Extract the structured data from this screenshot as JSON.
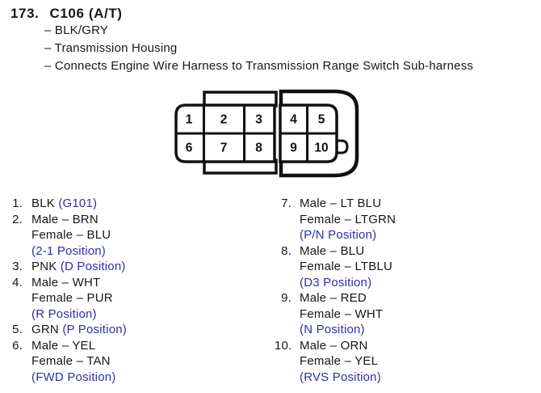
{
  "header": {
    "index": "173.",
    "title": "C106 (A/T)",
    "details": [
      "– BLK/GRY",
      "– Transmission Housing",
      "– Connects Engine Wire Harness to Transmission Range Switch Sub-harness"
    ]
  },
  "connector_diagram": {
    "pin_labels": [
      "1",
      "2",
      "3",
      "4",
      "5",
      "6",
      "7",
      "8",
      "9",
      "10"
    ]
  },
  "pin_list": {
    "left_lines": [
      {
        "num": "1.",
        "black": "BLK ",
        "blue": "(G101)"
      },
      {
        "num": "2.",
        "black": "Male – BRN"
      },
      {
        "black": "Female – BLU"
      },
      {
        "blue": "(2-1 Position)"
      },
      {
        "num": "3.",
        "black": "PNK ",
        "blue": "(D Position)"
      },
      {
        "num": "4.",
        "black": "Male – WHT"
      },
      {
        "black": "Female – PUR"
      },
      {
        "blue": "(R Position)"
      },
      {
        "num": "5.",
        "black": "GRN ",
        "blue": "(P Position)"
      },
      {
        "num": "6.",
        "black": "Male – YEL"
      },
      {
        "black": "Female – TAN"
      },
      {
        "blue": "(FWD Position)"
      }
    ],
    "right_lines": [
      {
        "num": "7.",
        "black": "Male – LT BLU"
      },
      {
        "black": "Female – LTGRN"
      },
      {
        "blue": "(P/N Position)"
      },
      {
        "num": "8.",
        "black": "Male – BLU"
      },
      {
        "black": "Female – LTBLU"
      },
      {
        "blue": "(D3 Position)"
      },
      {
        "num": "9.",
        "black": "Male – RED"
      },
      {
        "black": "Female – WHT"
      },
      {
        "blue": "(N Position)"
      },
      {
        "num": "10.",
        "black": "Male – ORN"
      },
      {
        "black": "Female – YEL"
      },
      {
        "blue": "(RVS Position)"
      }
    ]
  },
  "colors": {
    "position_blue": "#2a2fb0",
    "ink_black": "#161616"
  }
}
